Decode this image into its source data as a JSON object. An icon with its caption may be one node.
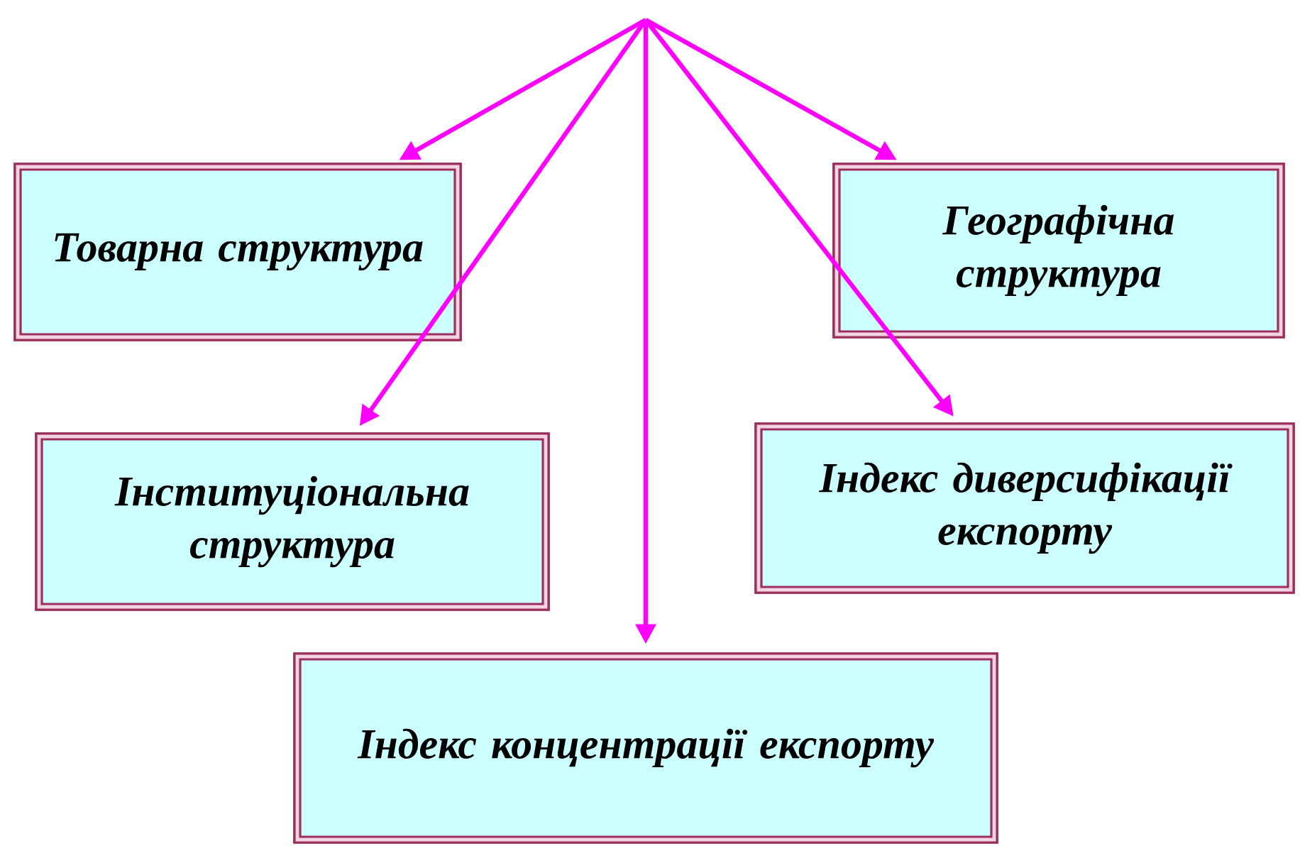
{
  "diagram": {
    "nodes": [
      {
        "text": [
          "Товарна структура"
        ]
      },
      {
        "text": [
          "Географічна структура"
        ]
      },
      {
        "text": [
          "Інституціональна структура"
        ]
      },
      {
        "text": [
          "Індекс диверсифікації експорту"
        ]
      },
      {
        "text": [
          "Індекс концентрації експорту"
        ]
      }
    ],
    "edges": [
      {
        "from": null,
        "to": 0,
        "arrow": "to"
      },
      {
        "from": null,
        "to": 1,
        "arrow": "to"
      },
      {
        "from": null,
        "to": 2,
        "arrow": "to"
      },
      {
        "from": null,
        "to": 3,
        "arrow": "to"
      },
      {
        "from": null,
        "to": 4,
        "arrow": "to"
      }
    ]
  }
}
